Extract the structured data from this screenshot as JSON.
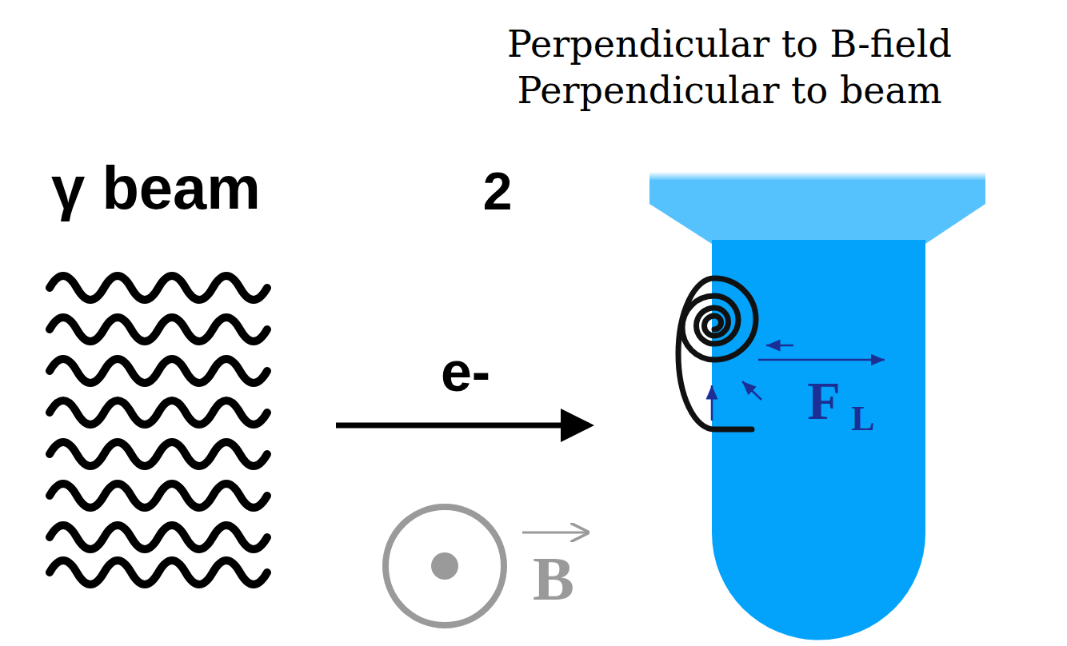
{
  "diagram": {
    "labels": [
      "Perpendicular to B-field",
      "Perpendicular to beam",
      "γ beam",
      "2",
      "e-",
      "B",
      "F",
      "L"
    ]
  }
}
